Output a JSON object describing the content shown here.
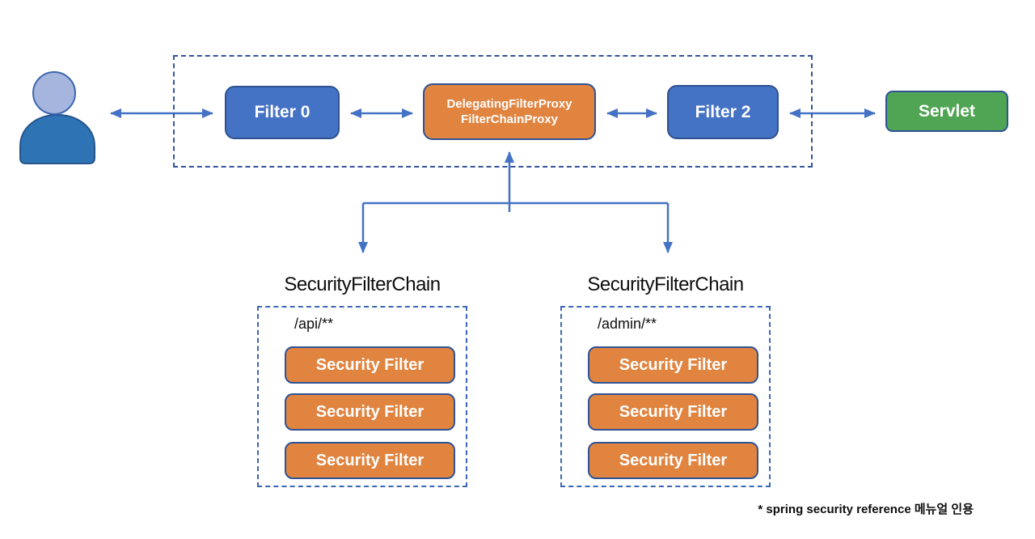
{
  "diagram": {
    "top_row": {
      "filter0_label": "Filter 0",
      "proxy_line1": "DelegatingFilterProxy",
      "proxy_line2": "FilterChainProxy",
      "filter2_label": "Filter 2",
      "servlet_label": "Servlet"
    },
    "chains": [
      {
        "title": "SecurityFilterChain",
        "path": "/api/**",
        "filters": [
          "Security Filter",
          "Security Filter",
          "Security Filter"
        ]
      },
      {
        "title": "SecurityFilterChain",
        "path": "/admin/**",
        "filters": [
          "Security Filter",
          "Security Filter",
          "Security Filter"
        ]
      }
    ],
    "footnote": "* spring security reference 메뉴얼 인용"
  },
  "icons": {
    "user": "user-icon"
  },
  "colors": {
    "node_blue": "#4472c4",
    "node_blue_border": "#2f528f",
    "node_orange": "#e08440",
    "node_orange_border": "#2f5496",
    "node_green": "#4fa553",
    "arrow_blue": "#4472c4",
    "dashed_border": "#35539b",
    "person_head": "#a6b5de",
    "person_body": "#2e74b5",
    "text_dark": "#0d0d0d"
  }
}
